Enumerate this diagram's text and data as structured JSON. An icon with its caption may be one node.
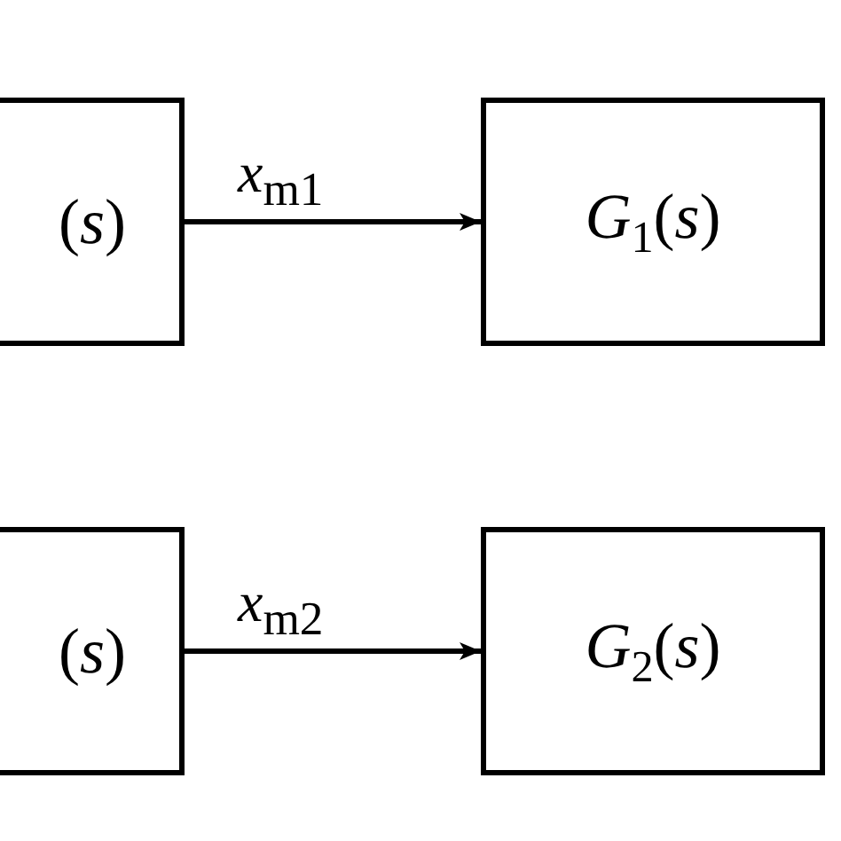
{
  "diagram": {
    "nodes": [
      {
        "text": [
          "(*s*)"
        ]
      },
      {
        "text": [
          "*G*$_{1}$(*s*)"
        ]
      },
      {
        "text": [
          "(*s*)"
        ]
      },
      {
        "text": [
          "*G*$_{2}$(*s*)"
        ]
      }
    ],
    "edges": [
      {
        "from": 0,
        "to": 1,
        "arrow": "to",
        "label": "*x*$_{m1}$"
      },
      {
        "from": 2,
        "to": 3,
        "arrow": "to",
        "label": "*x*$_{m2}$"
      }
    ]
  }
}
